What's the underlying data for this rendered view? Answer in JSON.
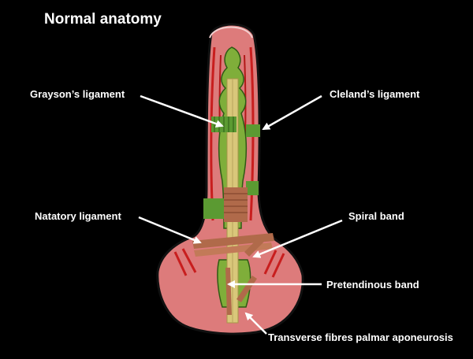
{
  "title": "Normal anatomy",
  "labels": {
    "graysons": "Grayson’s ligament",
    "clelands": "Cleland’s ligament",
    "natatory": "Natatory ligament",
    "spiral": "Spiral band",
    "pretendinous": "Pretendinous band",
    "transverse": "Transverse fibres palmar aponeurosis"
  },
  "colors": {
    "background": "#000000",
    "tissue": "#dd7b7b",
    "tissue_dark": "#c85858",
    "vessel": "#c81e1e",
    "ligament_green": "#5b9a32",
    "tendon": "#d9c77a",
    "band_brown": "#b06a4a",
    "text": "#ffffff"
  }
}
